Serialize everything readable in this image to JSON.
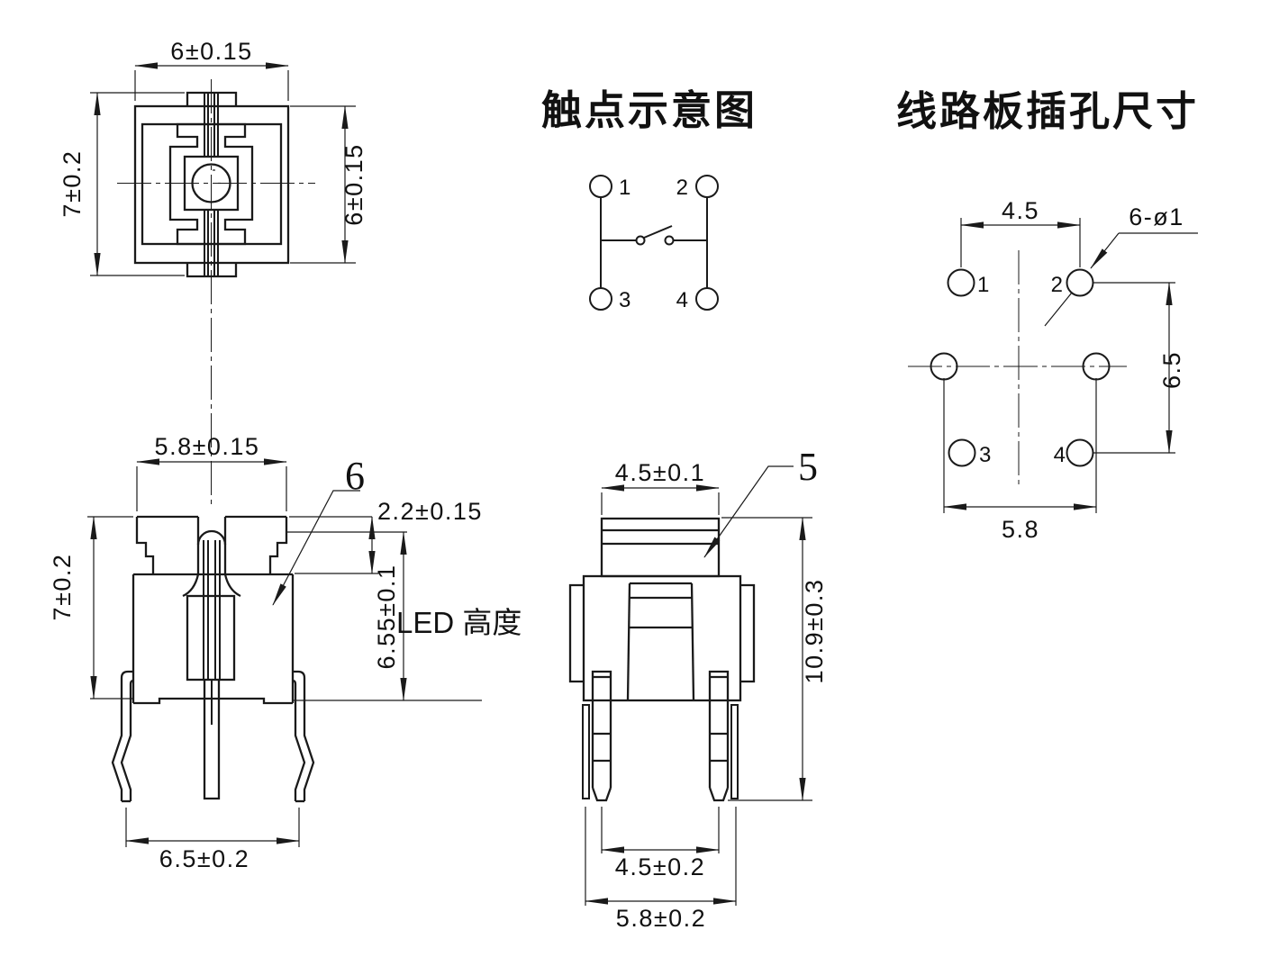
{
  "colors": {
    "line": "#1a1a1a",
    "background": "#ffffff"
  },
  "titles": {
    "contact_diagram": "触点示意图",
    "pcb_holes": "线路板插孔尺寸"
  },
  "top_view": {
    "dim_width": "6±0.15",
    "dim_height": "7±0.2",
    "dim_depth": "6±0.15"
  },
  "front_view": {
    "dim_top_width": "5.8±0.15",
    "dim_height": "7±0.2",
    "callout": "6",
    "dim_cap_height": "2.2±0.15",
    "dim_led_height": "6.55±0.1",
    "led_label": "LED 高度",
    "dim_leg_span": "6.5±0.2"
  },
  "side_view": {
    "dim_button_width": "4.5±0.1",
    "callout": "5",
    "dim_total_height": "10.9±0.3",
    "dim_inner_pins": "4.5±0.2",
    "dim_outer_pins": "5.8±0.2"
  },
  "contact_diagram": {
    "pin1": "1",
    "pin2": "2",
    "pin3": "3",
    "pin4": "4"
  },
  "pcb_view": {
    "dim_pitch_x": "4.5",
    "hole_spec": "6-ø1",
    "dim_pitch_y": "6.5",
    "dim_mid_pitch": "5.8",
    "hole1": "1",
    "hole2": "2",
    "hole3": "3",
    "hole4": "4"
  }
}
